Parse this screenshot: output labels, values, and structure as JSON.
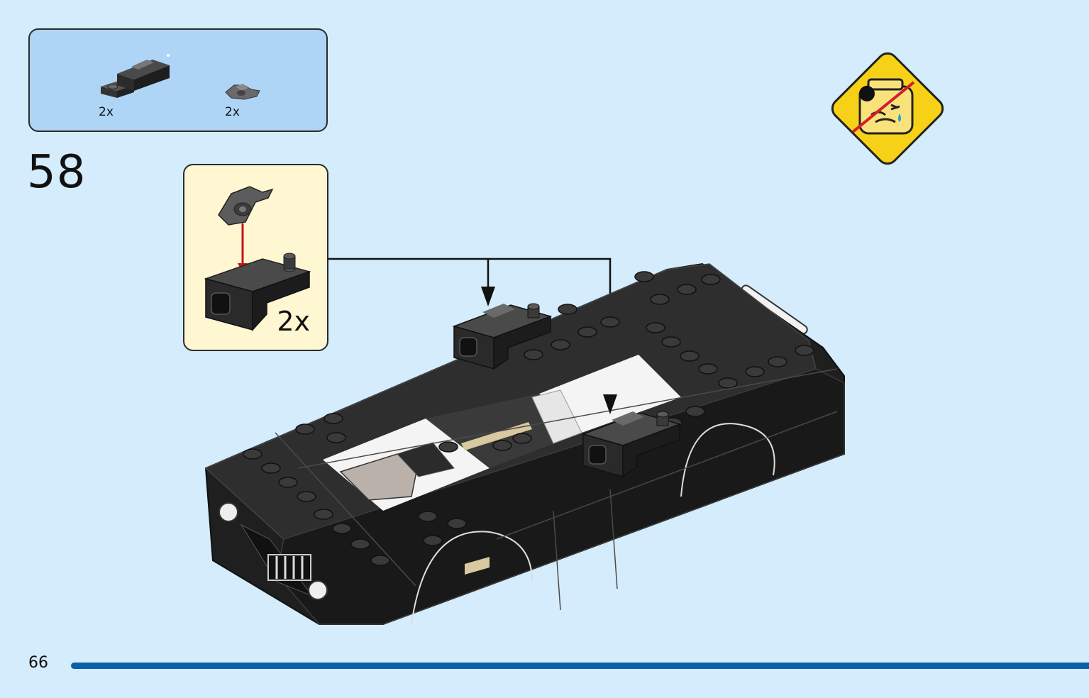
{
  "parts_list": {
    "items": [
      {
        "icon": "black-clip-bracket-icon",
        "quantity": "2x"
      },
      {
        "icon": "dark-grey-clip-icon",
        "quantity": "2x"
      }
    ]
  },
  "step": {
    "number": "58"
  },
  "callout": {
    "quantity": "2x"
  },
  "warning": {
    "icon": "no-small-parts-choking-warning-icon",
    "color": "#f7d117"
  },
  "footer": {
    "page_number": "66",
    "progress": 1.0,
    "bar_color": "#0a5fa8"
  }
}
